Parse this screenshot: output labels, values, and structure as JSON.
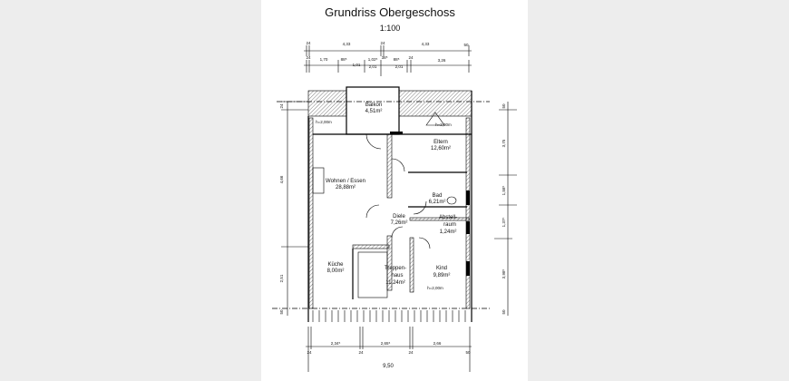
{
  "title": "Grundriss Obergeschoss",
  "scale": "1:100",
  "rooms": {
    "balkon": {
      "name": "Balkon",
      "area": "4,51m²"
    },
    "eltern": {
      "name": "Eltern",
      "area": "12,60m²"
    },
    "wohnen": {
      "name": "Wohnen / Essen",
      "area": "28,88m²"
    },
    "bad": {
      "name": "Bad",
      "area": "6,21m²"
    },
    "diele": {
      "name": "Diele",
      "area": "7,26m²"
    },
    "abstell": {
      "name1": "Abstell-",
      "name2": "raum",
      "area": "1,24m²"
    },
    "kueche": {
      "name": "Küche",
      "area": "8,00m²"
    },
    "treppe": {
      "name1": "Treppen-",
      "name2": "haus",
      "area": "11,24m²"
    },
    "kind": {
      "name": "Kind",
      "area": "9,89m²"
    }
  },
  "heights": [
    "h=2,00m",
    "h=2,00m",
    "h=2,00m"
  ],
  "dims_top_row1": [
    "24",
    "4,33",
    "24",
    "4,33",
    "50"
  ],
  "dims_top_row2": [
    "24",
    "1,70",
    "88⁵",
    "1,01",
    "1,02⁵",
    "2,01",
    "38⁵",
    "88⁵",
    "2,01",
    "24",
    "3,26"
  ],
  "dims_left": [
    "24",
    "4,66",
    "2,51",
    "50"
  ],
  "dims_right": [
    "50",
    "3,75",
    "1,58⁵",
    "1,37⁵",
    "3,98⁵",
    "50"
  ],
  "dims_bottom": [
    "2,34⁵",
    "2,65⁵",
    "2,66"
  ],
  "dims_bottom_walls": [
    "24",
    "24",
    "24",
    "50"
  ],
  "dims_total": "9,50"
}
